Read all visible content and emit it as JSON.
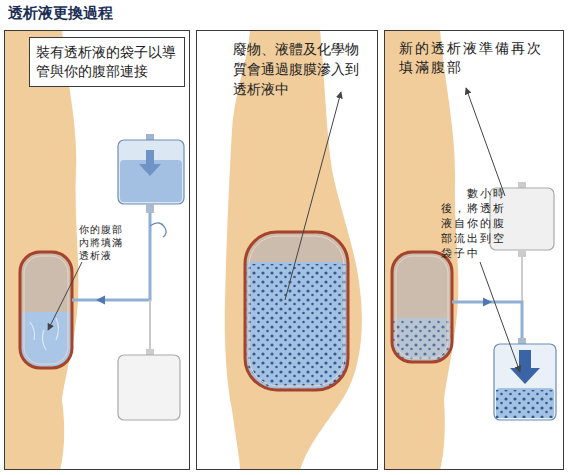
{
  "diagram": {
    "title": "透析液更換過程",
    "nodes": [
      {
        "text": [
          "裝有透析液的袋子以導管與你的腹部連接",
          "你的腹部內將填滿透析液"
        ]
      },
      {
        "text": [
          "廢物、液體及化學物質會通過腹膜滲入到透析液中"
        ]
      },
      {
        "text": [
          "新的透析液準備再次填滿腹部",
          "數小時後，將透析液自你的腹部流出到空袋子中"
        ]
      }
    ]
  }
}
